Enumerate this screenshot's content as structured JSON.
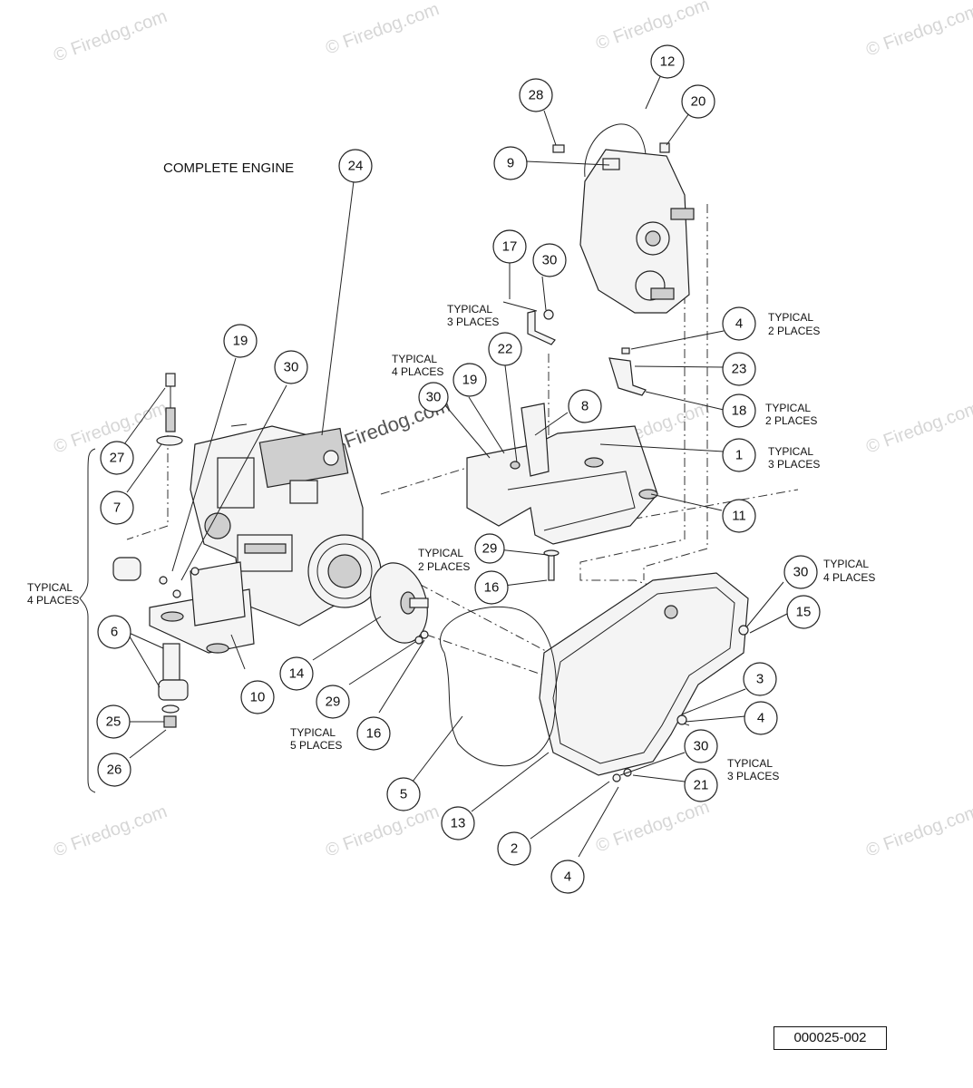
{
  "title": "COMPLETE ENGINE",
  "document_number": "000025-002",
  "watermark": "© Firedog.com",
  "center_watermark": "© Firedog.com",
  "callouts": [
    "24",
    "12",
    "28",
    "20",
    "9",
    "17",
    "30",
    "4",
    "23",
    "18",
    "1",
    "11",
    "19",
    "30",
    "30",
    "19",
    "22",
    "8",
    "27",
    "7",
    "6",
    "25",
    "26",
    "10",
    "14",
    "29",
    "16",
    "29",
    "16",
    "30",
    "15",
    "3",
    "4",
    "30",
    "21",
    "5",
    "13",
    "2",
    "4"
  ],
  "notes": {
    "typical_3_places_a": [
      "TYPICAL",
      "3 PLACES"
    ],
    "typical_2_places_a": [
      "TYPICAL",
      "2 PLACES"
    ],
    "typical_4_places_a": [
      "TYPICAL",
      "4 PLACES"
    ],
    "typical_2_places_b": [
      "TYPICAL",
      "2 PLACES"
    ],
    "typical_3_places_b": [
      "TYPICAL",
      "3 PLACES"
    ],
    "typical_2_places_c": [
      "TYPICAL",
      "2 PLACES"
    ],
    "typical_4_places_b": [
      "TYPICAL",
      "4 PLACES"
    ],
    "typical_4_places_c": [
      "TYPICAL",
      "4 PLACES"
    ],
    "typical_5_places": [
      "TYPICAL",
      "5 PLACES"
    ],
    "typical_3_places_c": [
      "TYPICAL",
      "3 PLACES"
    ]
  }
}
